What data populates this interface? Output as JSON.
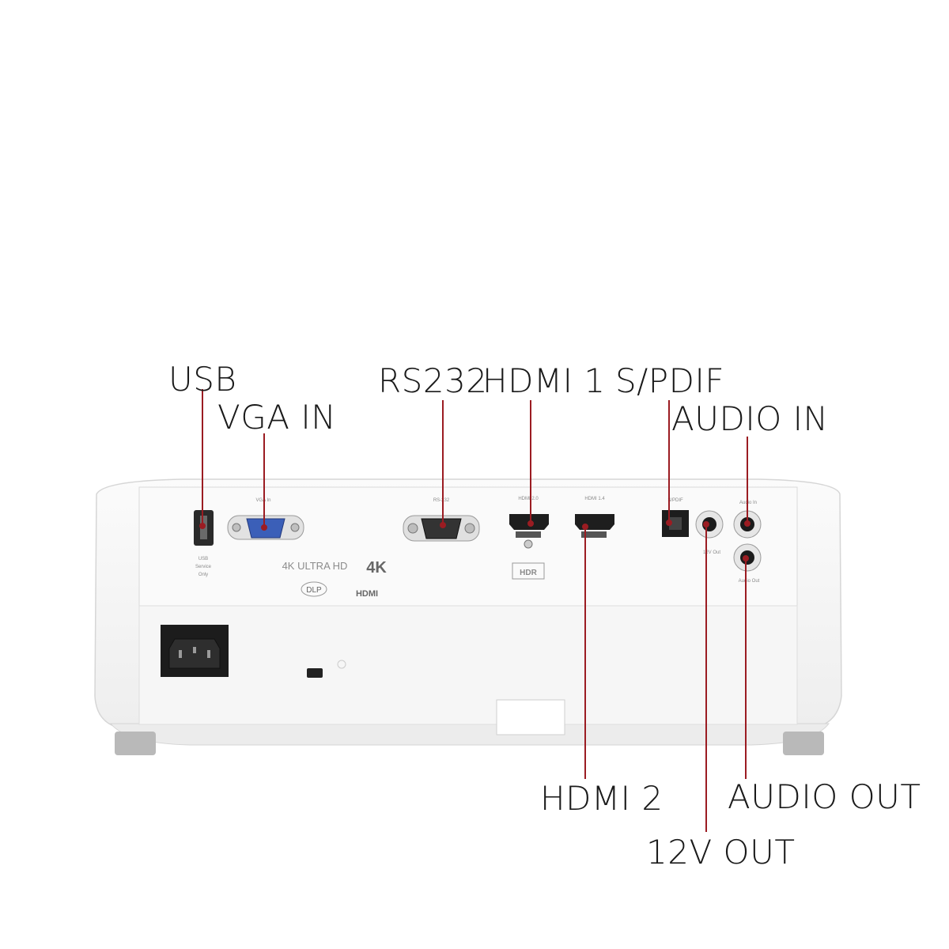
{
  "callouts": {
    "usb": "USB",
    "vga_in": "VGA IN",
    "rs232": "RS232",
    "hdmi1": "HDMI 1",
    "spdif": "S/PDIF",
    "audio_in": "AUDIO IN",
    "hdmi2": "HDMI 2",
    "audio_out": "AUDIO OUT",
    "out_12v": "12V OUT"
  },
  "panel_labels": {
    "usb_service": "USB",
    "usb_service2": "Service",
    "usb_service3": "Only",
    "vga": "VGA In",
    "rs232": "RS-232",
    "hdmi1": "HDMI 2.0",
    "hdmi2": "HDMI 1.4",
    "spdif": "S/PDIF",
    "out12v": "12V Out",
    "audio_in": "Audio In",
    "audio_out": "Audio Out",
    "ultra_hd": "4K ULTRA HD",
    "k4": "4K",
    "dlp": "DLP",
    "hdmi_logo": "HDMI",
    "hdr": "HDR"
  },
  "colors": {
    "leader_line": "#9b1c22",
    "body": "#f4f4f4",
    "vga_port": "#3b5fb8"
  }
}
